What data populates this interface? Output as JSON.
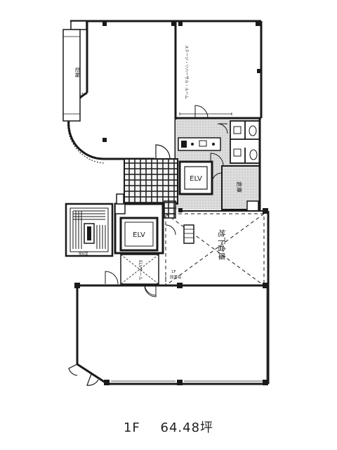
{
  "plan": {
    "floor_label": "1F",
    "area_label": "64.48坪",
    "rooms": {
      "hokou": "駐輪",
      "studio": "ステージ・リハーサル・ルーム",
      "elv_1": "ELV",
      "elv_2": "ELV",
      "elv_hall": "ELVホール",
      "souko": "倉庫",
      "chika_souko": "地下倉庫",
      "stairs_label": "階段室",
      "small_label": "1F\n段差有"
    }
  },
  "colors": {
    "wall": "#1a1a1a",
    "hatch": "#3a3a3a",
    "gray_floor": "#d8d8d8",
    "dashed": "#333333"
  }
}
